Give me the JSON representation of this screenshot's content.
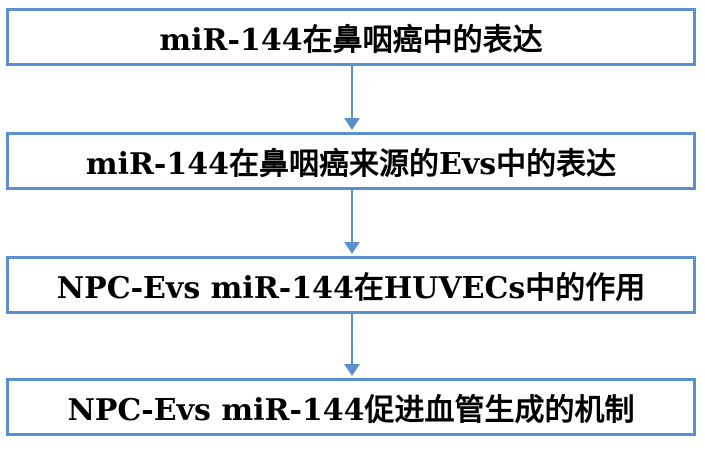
{
  "flowchart": {
    "steps": [
      "miR-144在鼻咽癌中的表达",
      "miR-144在鼻咽癌来源的Evs中的表达",
      "NPC-Evs miR-144在HUVECs中的作用",
      "NPC-Evs miR-144促进血管生成的机制"
    ],
    "colors": {
      "border": "#5a8fd0",
      "arrow": "#5a8fd0",
      "text": "#000000"
    }
  }
}
